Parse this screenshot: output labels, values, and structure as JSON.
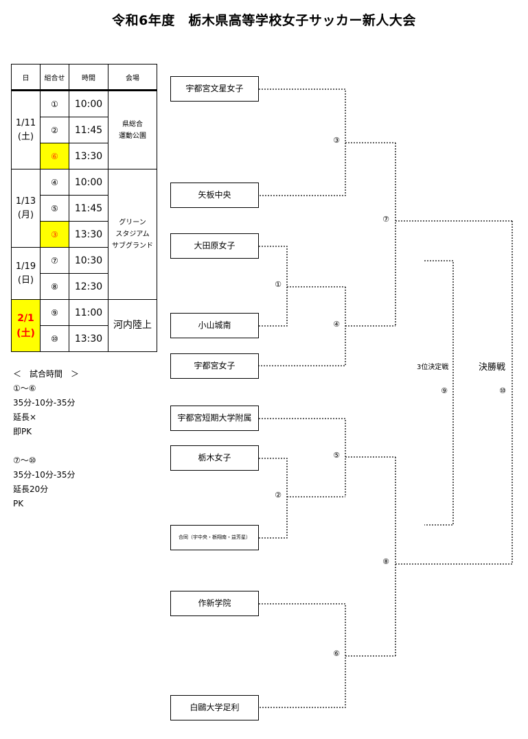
{
  "title": "令和6年度　栃木県高等学校女子サッカー新人大会",
  "schedule": {
    "headers": [
      "日",
      "組合せ",
      "時間",
      "会場"
    ],
    "d1": "1/11\n(土)",
    "d2": "1/13\n(月)",
    "d3": "1/19\n(日)",
    "d4": "2/1\n(土)",
    "rows": [
      {
        "m": "①",
        "t": "10:00"
      },
      {
        "m": "②",
        "t": "11:45"
      },
      {
        "m": "⑥",
        "t": "13:30"
      },
      {
        "m": "④",
        "t": "10:00"
      },
      {
        "m": "⑤",
        "t": "11:45"
      },
      {
        "m": "③",
        "t": "13:30"
      },
      {
        "m": "⑦",
        "t": "10:30"
      },
      {
        "m": "⑧",
        "t": "12:30"
      },
      {
        "m": "⑨",
        "t": "11:00"
      },
      {
        "m": "⑩",
        "t": "13:30"
      }
    ],
    "v1": "県総合\n運動公園",
    "v2": "グリーン\nスタジアム\nサブグランド",
    "v3": "河内陸上",
    "highlight_color": "#ffff00",
    "highlight_text_color": "#ff0000"
  },
  "notes": {
    "heading": "＜　試合時間　＞",
    "a_range": "①～⑥",
    "a_time": "35分-10分-35分",
    "a_ext": "延長×",
    "a_pk": "即PK",
    "b_range": "⑦～⑩",
    "b_time": "35分-10分-35分",
    "b_ext": "延長20分",
    "b_pk": "PK"
  },
  "teams": [
    "宇都宮文星女子",
    "矢板中央",
    "大田原女子",
    "小山城南",
    "宇都宮女子",
    "宇都宮短期大学附属",
    "栃木女子",
    "合同（宇中央・栃翔南・益芳星）",
    "作新学院",
    "白鷗大学足利"
  ],
  "matches": {
    "m1": "①",
    "m2": "②",
    "m3": "③",
    "m4": "④",
    "m5": "⑤",
    "m6": "⑥",
    "m7": "⑦",
    "m8": "⑧",
    "m9": "⑨",
    "m10": "⑩"
  },
  "third_place": "3位決定戦",
  "final": "決勝戦"
}
